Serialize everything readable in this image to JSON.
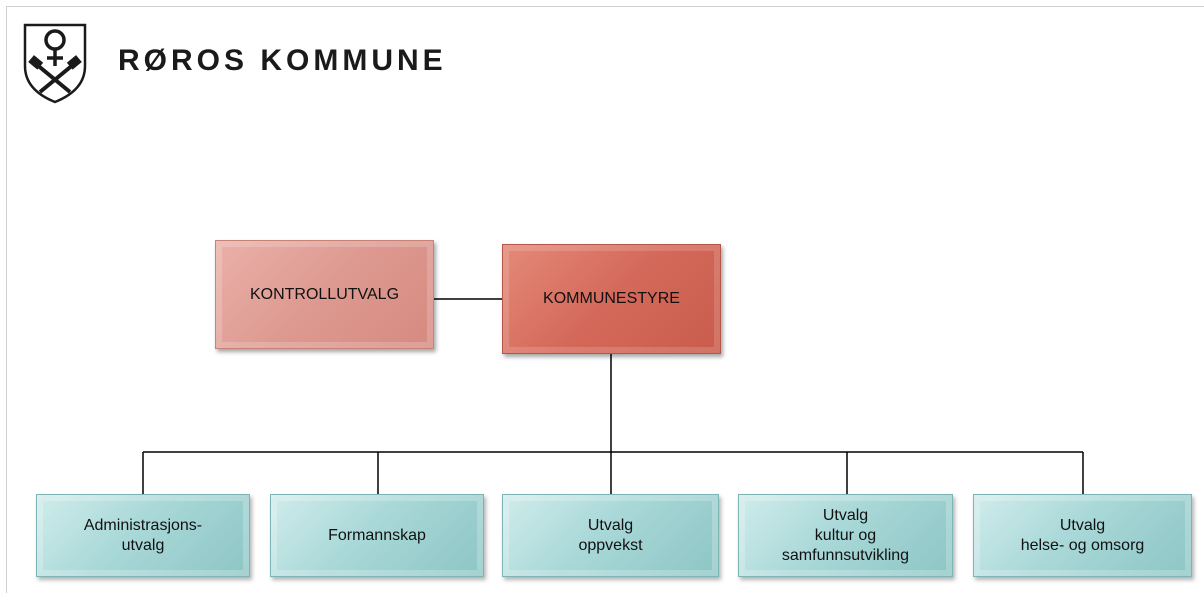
{
  "header": {
    "municipality_name": "RØROS KOMMUNE",
    "logo_icon": "coat-of-arms-icon"
  },
  "org_chart": {
    "control": {
      "label": "KONTROLLUTVALG"
    },
    "council": {
      "label": "KOMMUNESTYRE"
    },
    "committees": [
      {
        "lines": [
          "Administrasjons-",
          "utvalg"
        ]
      },
      {
        "lines": [
          "Formannskap"
        ]
      },
      {
        "lines": [
          "Utvalg",
          "oppvekst"
        ]
      },
      {
        "lines": [
          "Utvalg",
          "kultur og",
          "samfunnsutvikling"
        ]
      },
      {
        "lines": [
          "Utvalg",
          "helse- og omsorg"
        ]
      }
    ]
  },
  "colors": {
    "control_box": "#dd9990",
    "council_box": "#d4695a",
    "committee_box": "#a9d8d8",
    "connector": "#000000"
  }
}
